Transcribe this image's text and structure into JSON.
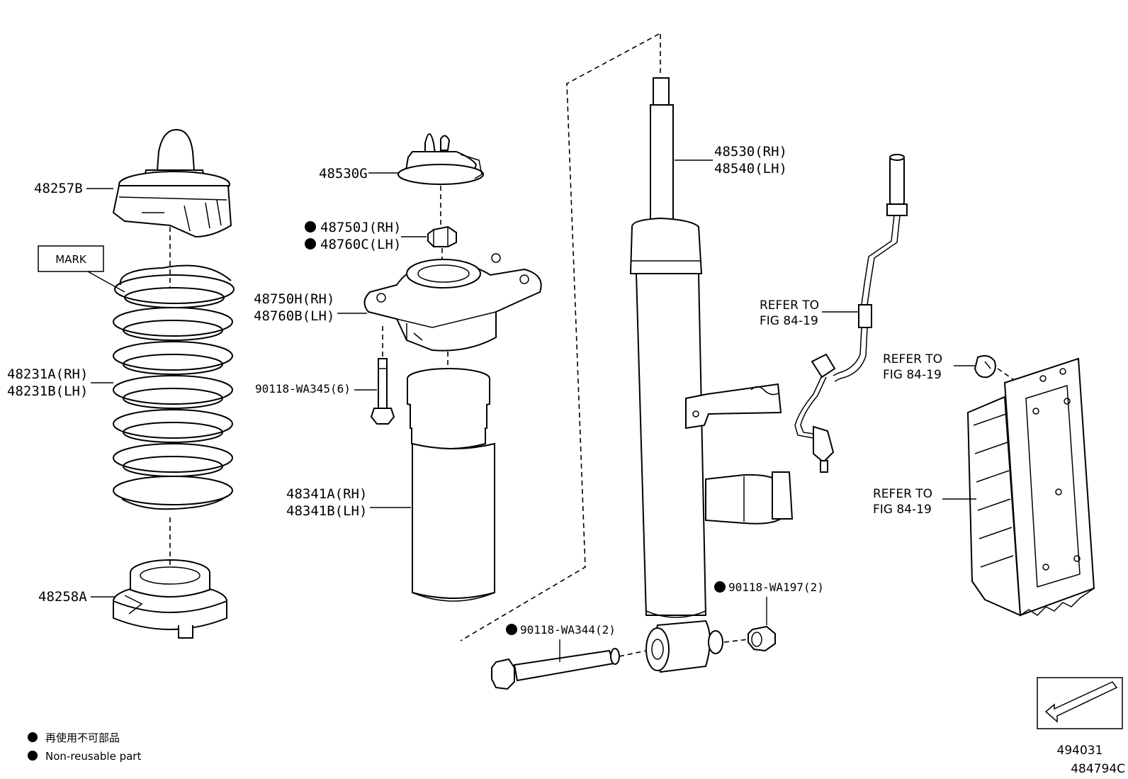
{
  "labels": {
    "bump_stop_upper": "48257B",
    "mark": "MARK",
    "coil_spring_rh": "48231A(RH)",
    "coil_spring_lh": "48231B(LH)",
    "spring_seat_lower": "48258A",
    "dust_cover_cap": "48530G",
    "nut_rh": "48750J(RH)",
    "nut_lh": "48760C(LH)",
    "mount_rh": "48750H(RH)",
    "mount_lh": "48760B(LH)",
    "mount_bolt": "90118-WA345(6)",
    "boot_rh": "48341A(RH)",
    "boot_lh": "48341B(LH)",
    "shock_rh": "48530(RH)",
    "shock_lh": "48540(LH)",
    "refer1_line1": "REFER TO",
    "refer1_line2": "FIG 84-19",
    "refer2_line1": "REFER TO",
    "refer2_line2": "FIG 84-19",
    "refer3_line1": "REFER TO",
    "refer3_line2": "FIG 84-19",
    "lower_nut": "90118-WA197(2)",
    "lower_bolt": "90118-WA344(2)"
  },
  "legend": {
    "line_jp": "再使用不可部品",
    "line_en": "Non-reusable part"
  },
  "codes": {
    "figure_code": "494031",
    "illustration_code": "484794C"
  }
}
